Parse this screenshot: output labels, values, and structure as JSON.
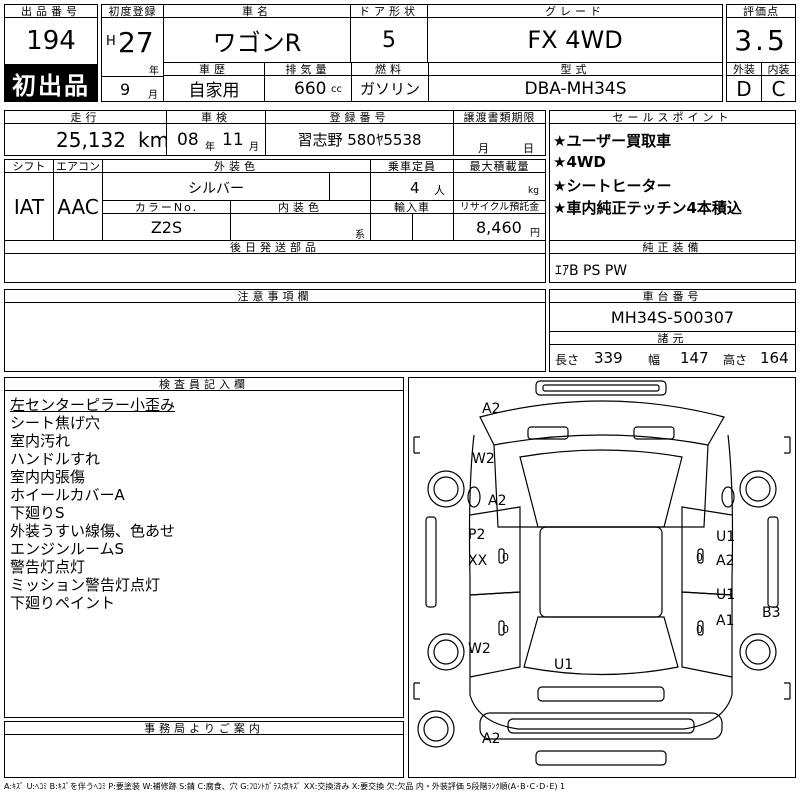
{
  "header": {
    "lot_label": "出品番号",
    "lot_number": "194",
    "first_listing": "初出品",
    "reg_label": "初度登録",
    "era": "H",
    "year": "27",
    "year_unit": "年",
    "month": "9",
    "month_unit": "月",
    "name_label": "車名",
    "name": "ワゴンR",
    "doors_label": "ドア形状",
    "doors": "5",
    "grade_label": "グレード",
    "grade": "FX 4WD",
    "score_label": "評価点",
    "score": "3.5",
    "exterior_label": "外装",
    "exterior": "D",
    "interior_label": "内装",
    "interior": "C",
    "history_label": "車歴",
    "history": "自家用",
    "displacement_label": "排気量",
    "displacement": "660",
    "displacement_unit": "cc",
    "fuel_label": "燃料",
    "fuel": "ガソリン",
    "model_label": "型式",
    "model": "DBA-MH34S"
  },
  "row2": {
    "mileage_label": "走行",
    "mileage": "25,132",
    "mileage_unit": "km",
    "inspection_label": "車検",
    "inspection_year": "08",
    "inspection_year_unit": "年",
    "inspection_month": "11",
    "inspection_month_unit": "月",
    "plate_label": "登録番号",
    "plate": "習志野 580ﾔ5538",
    "transfer_label": "譲渡書類期限",
    "transfer_month_unit": "月",
    "transfer_day_unit": "日",
    "shift_label": "シフト",
    "shift": "IAT",
    "ac_label": "エアコン",
    "ac": "AAC",
    "color_label": "外装色",
    "color": "シルバー",
    "capacity_label": "乗車定員",
    "capacity": "4",
    "capacity_unit": "人",
    "load_label": "最大積載量",
    "load_unit": "kg",
    "color_no_label": "カラーNo.",
    "color_no": "Z2S",
    "interior_color_label": "内装色",
    "interior_color_unit": "系",
    "import_label": "輸入車",
    "recycle_label": "リサイクル預託金",
    "recycle": "8,460",
    "recycle_unit": "円",
    "parts_label": "後日発送部品"
  },
  "sales_points": {
    "label": "セールスポイント",
    "items": [
      "★ユーザー買取車",
      "★4WD",
      "★シートヒーター",
      "★車内純正テッチン4本積込"
    ]
  },
  "equipment": {
    "label": "純正装備",
    "value": "ｴｱB PS PW"
  },
  "caution": {
    "label": "注意事項欄"
  },
  "chassis": {
    "label": "車台番号",
    "value": "MH34S-500307"
  },
  "dimensions": {
    "label": "諸元",
    "length_label": "長さ",
    "length": "339",
    "width_label": "幅",
    "width": "147",
    "height_label": "高さ",
    "height": "164"
  },
  "inspector": {
    "label": "検査員記入欄",
    "notes": [
      "左センターピラー小歪み",
      "シート焦げ穴",
      "室内汚れ",
      "ハンドルすれ",
      "室内内張傷",
      "ホイールカバーA",
      "下廻りS",
      "外装うすい線傷、色あせ",
      "エンジンルームS",
      "警告灯点灯",
      "ミッション警告灯点灯",
      "下廻りペイント"
    ]
  },
  "office": {
    "label": "事務局よりご案内"
  },
  "diagram_marks": {
    "m1": "A2",
    "m2": "W2",
    "m3": "A2",
    "m4": "P2",
    "m5": "XX",
    "m6": "W2",
    "m7": "U1",
    "m8": "U1",
    "m9": "A2",
    "m10": "U1",
    "m11": "A1",
    "m12": "B3",
    "m13": "A2",
    "m14": "0",
    "m15": "0",
    "m16": "0",
    "m17": "0"
  },
  "legend": "A:ｷｽﾞ U:ﾍｺﾐ B:ｷｽﾞを伴うﾍｺﾐ P:要塗装 W:補修跡 S:錆 C:腐食、穴 G:ﾌﾛﾝﾄｶﾞﾗｽ点ｷｽﾞ XX:交換済み X:要交換 欠:欠品 内・外装評価 5段階ﾗﾝｸ順(A･B･C･D･E) 1"
}
